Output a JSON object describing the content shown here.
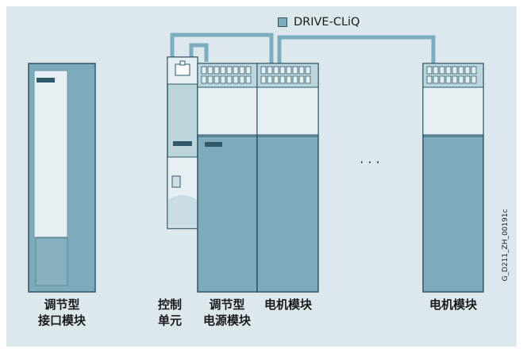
{
  "legend": {
    "label": "DRIVE-CLiQ",
    "color": "#7aaebf"
  },
  "ellipsis": "· · ·",
  "labels": {
    "interface_module": [
      "调节型",
      "接口模块"
    ],
    "control_unit": [
      "控制",
      "单元"
    ],
    "power_module": [
      "调节型",
      "电源模块"
    ],
    "motor_module_1": "电机模块",
    "motor_module_2": "电机模块"
  },
  "doc_id": "G_D211_ZH_00191c",
  "colors": {
    "background_panel": "#dde8ec",
    "module_body": "#7eabbb",
    "module_light": "#e6eff2",
    "module_mid": "#bcd6de",
    "outline": "#2f5868",
    "cable": "#7aaebf"
  }
}
